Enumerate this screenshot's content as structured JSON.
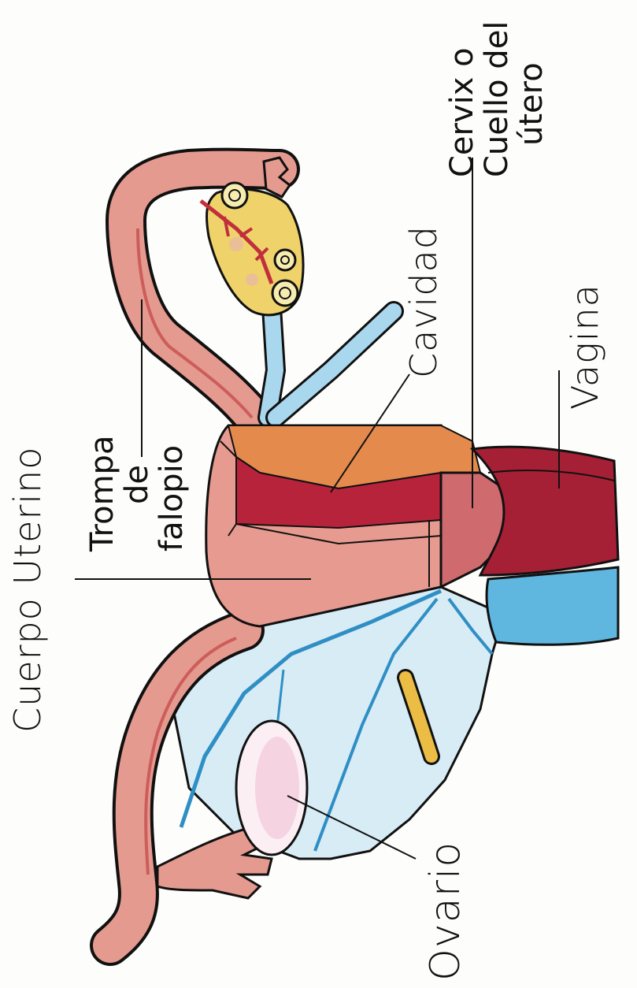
{
  "labels": {
    "cuerpo_uterino": "Cuerpo Uterino",
    "trompa": [
      "Trompa",
      "de",
      "falopio"
    ],
    "cavidad": "Cavidad",
    "cervix": [
      "Cervix o",
      "Cuello del",
      "útero"
    ],
    "vagina": "Vagina",
    "ovario": "Ovario"
  },
  "colors": {
    "uterus_pink": "#e79a8f",
    "uterus_outline_red": "#c24a4a",
    "cavity_crimson": "#b8233c",
    "tube_orange": "#e48a4d",
    "ovary_yellow": "#efd36a",
    "ligament_blue": "#9fd1ea",
    "vessel_blue": "#2f8fc4",
    "ink": "#111111"
  }
}
